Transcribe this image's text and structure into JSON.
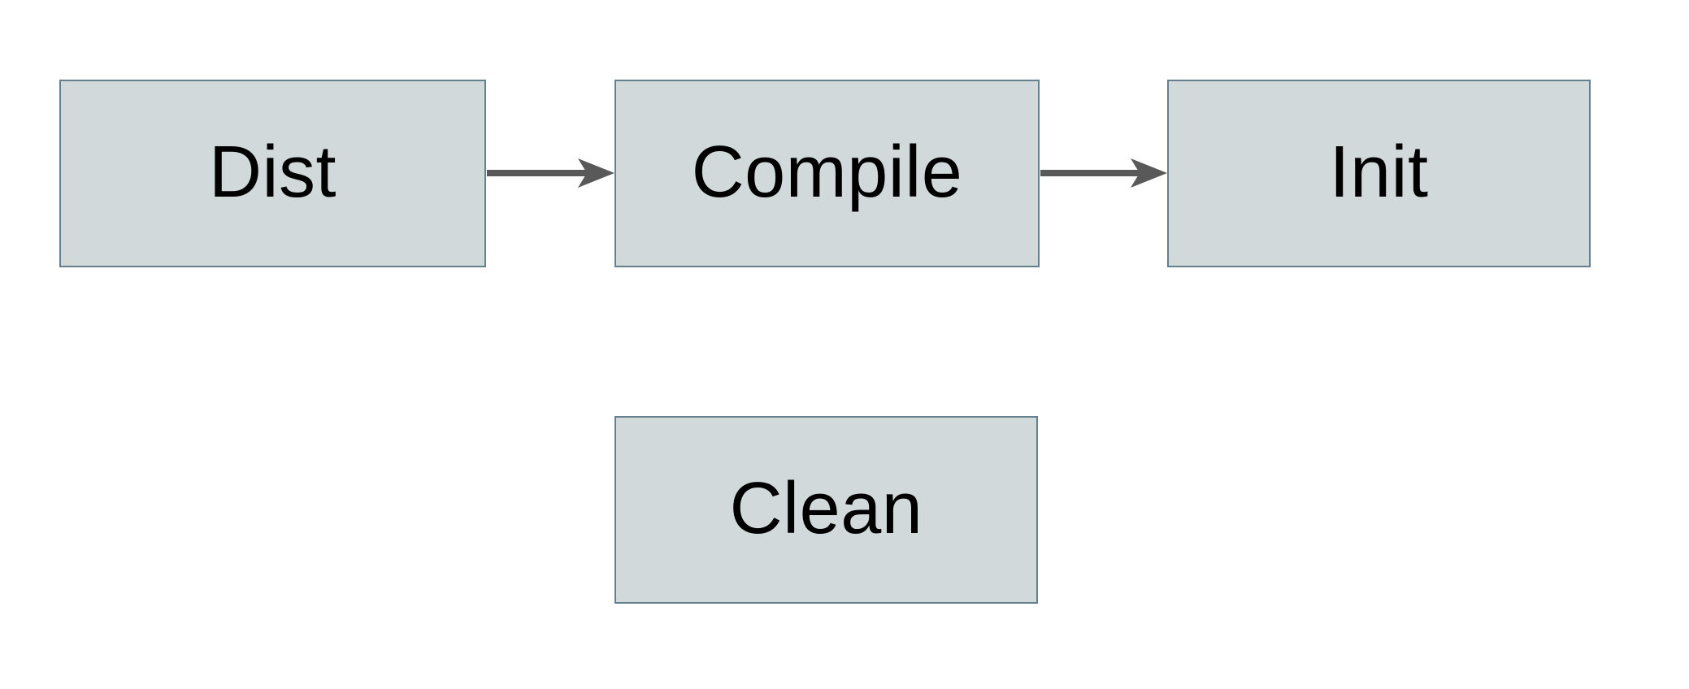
{
  "diagram": {
    "title": "build-targets-flowchart",
    "nodes": [
      {
        "id": "dist",
        "label": "Dist"
      },
      {
        "id": "compile",
        "label": "Compile"
      },
      {
        "id": "init",
        "label": "Init"
      },
      {
        "id": "clean",
        "label": "Clean"
      }
    ],
    "edges": [
      {
        "from": "dist",
        "to": "compile",
        "type": "arrow"
      },
      {
        "from": "compile",
        "to": "init",
        "type": "arrow"
      }
    ],
    "colors": {
      "background": "#ffffff",
      "node_fill": "#d2d9db",
      "node_border": "#64808e",
      "arrow": "#595959",
      "text": "#000000"
    }
  }
}
